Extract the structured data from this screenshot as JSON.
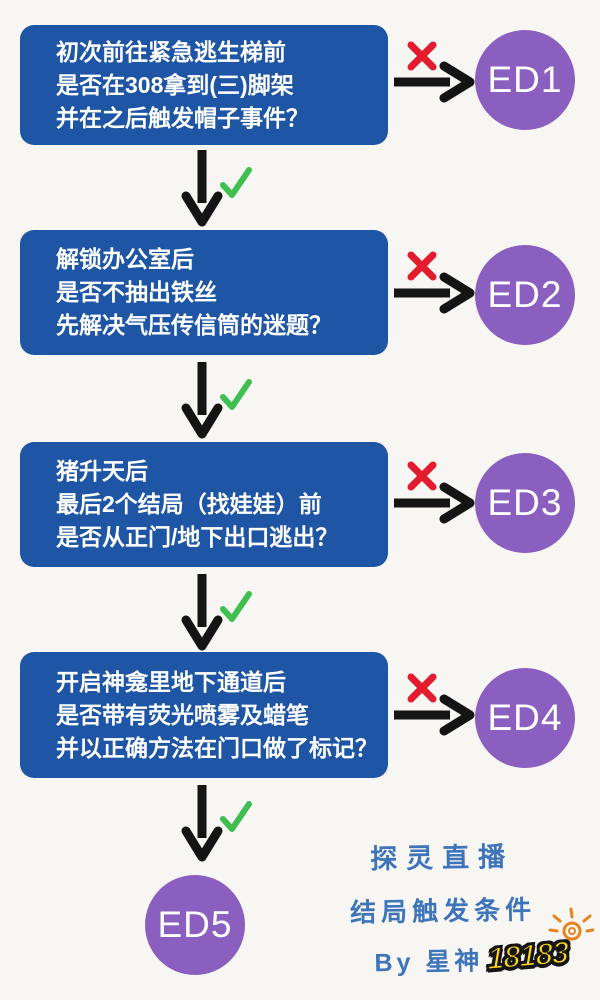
{
  "flow": {
    "steps": [
      {
        "lines": [
          "初次前往紧急逃生梯前",
          "是否在308拿到(三)脚架",
          "并在之后触发帽子事件？"
        ],
        "ending": "ED1"
      },
      {
        "lines": [
          "解锁办公室后",
          "是否不抽出铁丝",
          "先解决气压传信筒的迷题？"
        ],
        "ending": "ED2"
      },
      {
        "lines": [
          "猪升天后",
          "最后2个结局（找娃娃）前",
          "是否从正门/地下出口逃出？"
        ],
        "ending": "ED3"
      },
      {
        "lines": [
          "开启神龛里地下通道后",
          "是否带有荧光喷雾及蜡笔",
          "并以正确方法在门口做了标记？"
        ],
        "ending": "ED4"
      }
    ],
    "final_ending": "ED5",
    "no_branch_icon": "x-icon",
    "yes_branch_icon": "check-icon"
  },
  "signature": {
    "line1": "探灵直播",
    "line2": "结局触发条件",
    "line3": "By 星神"
  },
  "logo": {
    "text": "18183",
    "decoration_icon": "sun-icon"
  },
  "colors": {
    "box_blue": "#1e55a5",
    "circle_purple": "#8a5fbf",
    "x_red": "#e31b2e",
    "check_green": "#3fbf4f",
    "arrow_black": "#141414",
    "background": "#f7f6f2",
    "signature_blue": "#3e74ba",
    "logo_yellow": "#ffd81b",
    "sun_orange": "#e8821e"
  }
}
